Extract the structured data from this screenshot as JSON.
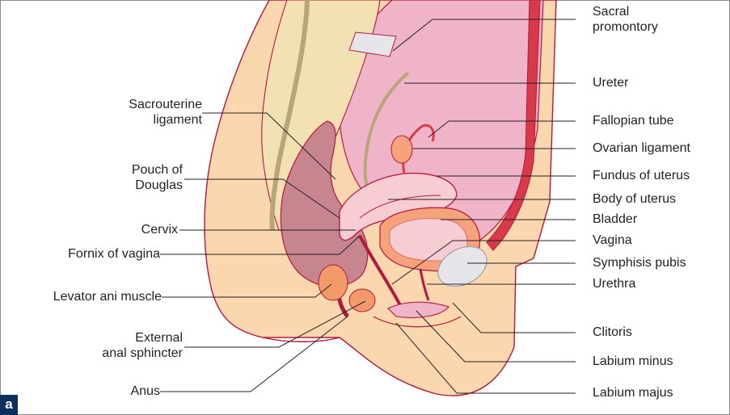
{
  "panel_tag": "a",
  "labels_left": {
    "sacrouterine_ligament": [
      "Sacrouterine",
      "ligament"
    ],
    "pouch_of_douglas": [
      "Pouch of",
      "Douglas"
    ],
    "cervix": "Cervix",
    "fornix_of_vagina": "Fornix of vagina",
    "levator_ani_muscle": "Levator ani muscle",
    "external_anal_sphincter": [
      "External",
      "anal sphincter"
    ],
    "anus": "Anus"
  },
  "labels_right": {
    "sacral_promontory": [
      "Sacral",
      "promontory"
    ],
    "ureter": "Ureter",
    "fallopian_tube": "Fallopian tube",
    "ovarian_ligament": "Ovarian ligament",
    "fundus_of_uterus": "Fundus of uterus",
    "body_of_uterus": "Body of uterus",
    "bladder": "Bladder",
    "vagina": "Vagina",
    "symphisis_pubis": "Symphisis pubis",
    "urethra": "Urethra",
    "clitoris": "Clitoris",
    "labium_minus": "Labium minus",
    "labium_majus": "Labium majus"
  },
  "colors": {
    "skin": "#fbd7b0",
    "outline": "#b01a3c",
    "peritoneum": "#f0b4c8",
    "bone": "#f3e1b4",
    "rectum": "#c7868f",
    "bladder": "#f6a27c",
    "uterus": "#f8ccd3",
    "muscle": "#d93a4a",
    "leader": "#231f20",
    "panel_tag": "#0d2f5c"
  }
}
